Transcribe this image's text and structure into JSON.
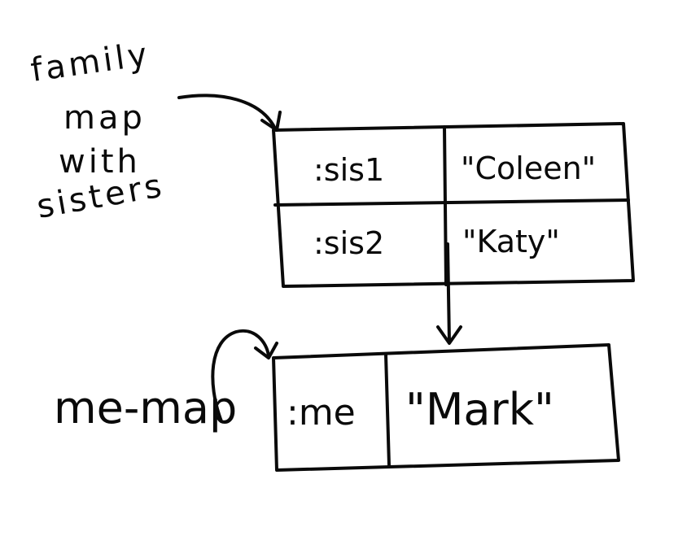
{
  "family_map": {
    "label_lines": [
      "family",
      "map",
      "with",
      "sisters"
    ],
    "rows": [
      {
        "key": ":sis1",
        "value": "\"Coleen\""
      },
      {
        "key": ":sis2",
        "value": "\"Katy\""
      }
    ]
  },
  "me_map": {
    "label": "me-map",
    "rows": [
      {
        "key": ":me",
        "value": "\"Mark\""
      }
    ]
  }
}
